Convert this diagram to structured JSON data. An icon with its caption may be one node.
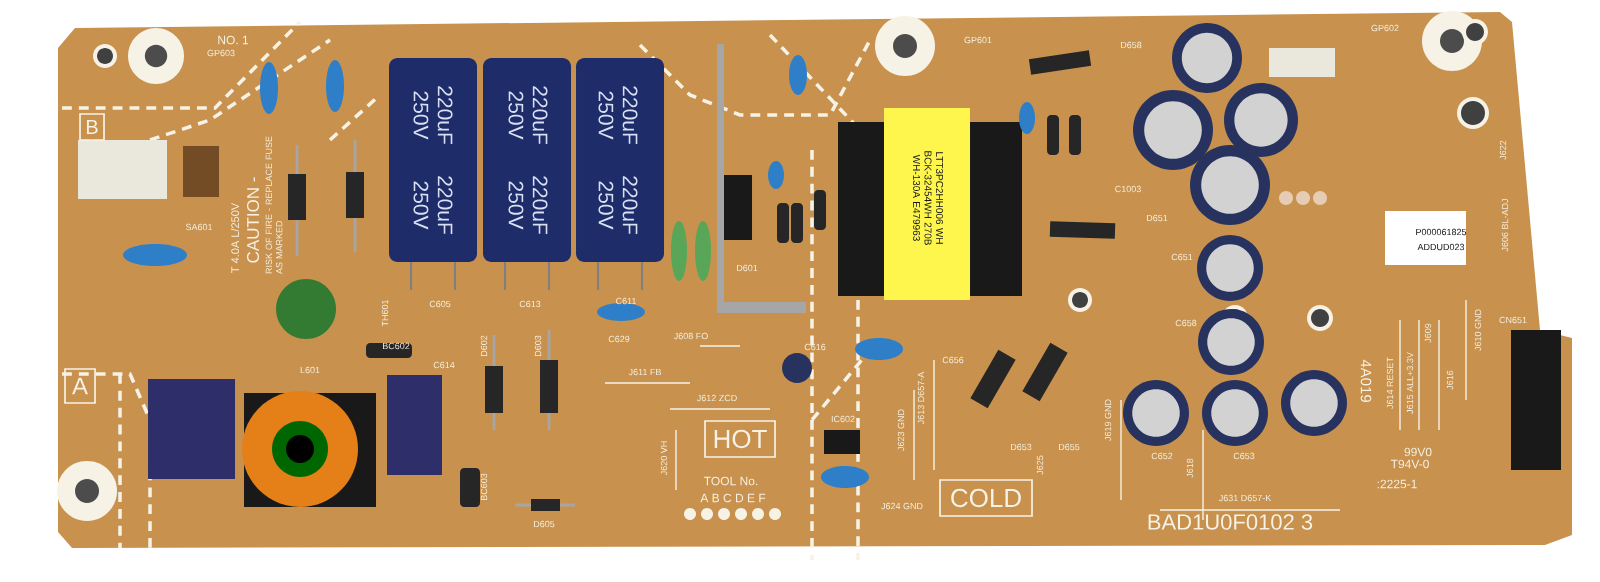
{
  "diagram": {
    "nodes": [
      {
        "text": [
          "B"
        ]
      },
      {
        "text": [
          "A"
        ]
      },
      {
        "text": [
          "HOT"
        ]
      },
      {
        "text": [
          "COLD"
        ]
      }
    ],
    "labels": [
      "NO. 1",
      "GP603",
      "GP601",
      "GP602",
      "CAUTION -",
      "RISK OF FIRE - REPLACE FUSE AS MARKED",
      "T 4.0A L/250V",
      "SA601",
      "220uF 250V",
      "220uF 250V",
      "220uF 250V",
      "220uF 250V",
      "220uF 250V",
      "220uF 250V",
      "C605",
      "C613",
      "C611",
      "C629",
      "TH601",
      "L601",
      "BC602",
      "C614",
      "D602",
      "D603",
      "BC603",
      "D605",
      "J608 FO",
      "J611 FB",
      "J612 ZCD",
      "J620 VH",
      "TOOL No.",
      "A B C D E F",
      "IC602",
      "J623 GND",
      "J613 D657-A",
      "J624 GND",
      "C656",
      "D653",
      "D655",
      "J625",
      "C616",
      "D601",
      "LTT3PC2HH006 WH BCK-32454WH 270B WH-130A E479963",
      "D658",
      "C1003",
      "D651",
      "C651",
      "C658",
      "C652",
      "C653",
      "J619 GND",
      "J618",
      "J614 RESET",
      "J615 ALL+3.3V",
      "J609",
      "J616",
      "J610 GND",
      "CN651",
      "J622",
      "J606 BL-ADJ",
      "4A019",
      "P000061825",
      "ADDUD023",
      "99V0",
      "T94V-0",
      ":2225-1",
      "J631 D657-K",
      "BAD1U0F0102 3"
    ]
  }
}
